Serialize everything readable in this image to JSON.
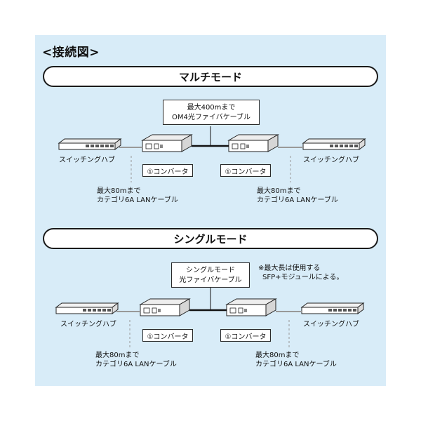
{
  "heading": "<接続図>",
  "multimode": {
    "title": "マルチモード",
    "cable_label_line1": "最大400mまで",
    "cable_label_line2": "OM4光ファイバケーブル",
    "switch_left": "スイッチングハブ",
    "switch_right": "スイッチングハブ",
    "converter_left": "①コンバータ",
    "converter_right": "①コンバータ",
    "lan_left_line1": "最大80mまで",
    "lan_left_line2": "カテゴリ6A LANケーブル",
    "lan_right_line1": "最大80mまで",
    "lan_right_line2": "カテゴリ6A LANケーブル"
  },
  "singlemode": {
    "title": "シングルモード",
    "cable_label_line1": "シングルモード",
    "cable_label_line2": "光ファイバケーブル",
    "note_line1": "※最大長は使用する",
    "note_line2": "SFP+モジュールによる。",
    "switch_left": "スイッチングハブ",
    "switch_right": "スイッチングハブ",
    "converter_left": "①コンバータ",
    "converter_right": "①コンバータ",
    "lan_left_line1": "最大80mまで",
    "lan_left_line2": "カテゴリ6A LANケーブル",
    "lan_right_line1": "最大80mまで",
    "lan_right_line2": "カテゴリ6A LANケーブル"
  }
}
